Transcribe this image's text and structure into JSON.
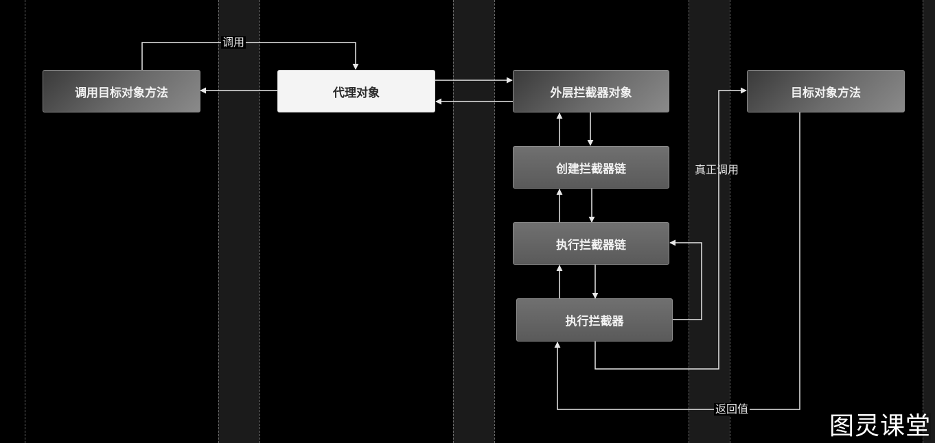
{
  "nodes": {
    "call_target_method": "调用目标对象方法",
    "proxy_object": "代理对象",
    "outer_interceptor_object": "外层拦截器对象",
    "target_object_method": "目标对象方法",
    "create_interceptor_chain": "创建拦截器链",
    "execute_interceptor_chain": "执行拦截器链",
    "execute_interceptor": "执行拦截器"
  },
  "edge_labels": {
    "invoke": "调用",
    "real_invoke": "真正调用",
    "return_value": "返回值"
  },
  "watermark": "图灵课堂",
  "colors": {
    "background": "#000000",
    "swimlane_band": "#1b1b1b",
    "connector": "#e8e8e8",
    "proxy_fill": "#f4f4f4"
  }
}
